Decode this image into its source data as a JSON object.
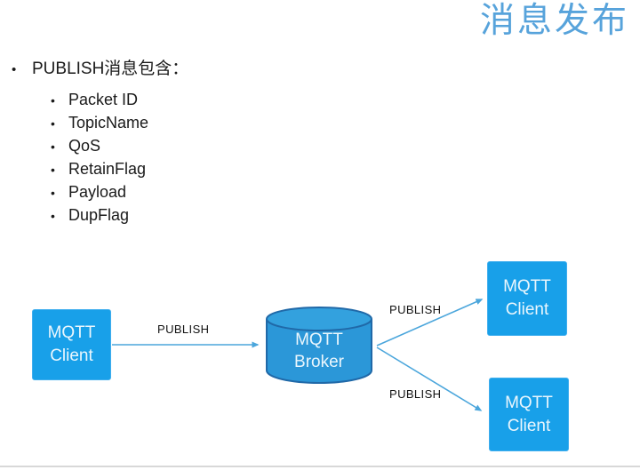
{
  "title": {
    "text": "消息发布",
    "color": "#57A3DB"
  },
  "bullets": {
    "marker": "•",
    "main": "PUBLISH消息包含：",
    "sub": [
      "Packet ID",
      "TopicName",
      "QoS",
      "RetainFlag",
      "Payload",
      "DupFlag"
    ]
  },
  "diagram": {
    "nodes": {
      "left_client": {
        "line1": "MQTT",
        "line2": "Client"
      },
      "broker": {
        "line1": "MQTT",
        "line2": "Broker"
      },
      "top_right_client": {
        "line1": "MQTT",
        "line2": "Client"
      },
      "bottom_right_client": {
        "line1": "MQTT",
        "line2": "Client"
      }
    },
    "arrows": [
      {
        "label": "PUBLISH",
        "from": "left_client",
        "to": "broker"
      },
      {
        "label": "PUBLISH",
        "from": "broker",
        "to": "top_right_client"
      },
      {
        "label": "PUBLISH",
        "from": "broker",
        "to": "bottom_right_client"
      }
    ],
    "colors": {
      "node_fill": "#18A0E9",
      "node_text": "#EAF6FD",
      "cylinder_fill": "#2B97D8",
      "cylinder_top_fill": "#33A1DE",
      "cylinder_stroke": "#2069A8",
      "arrow": "#4BA6DC",
      "label_text": "#111111"
    }
  },
  "footer": {
    "divider_color": "#D8D8D8"
  }
}
